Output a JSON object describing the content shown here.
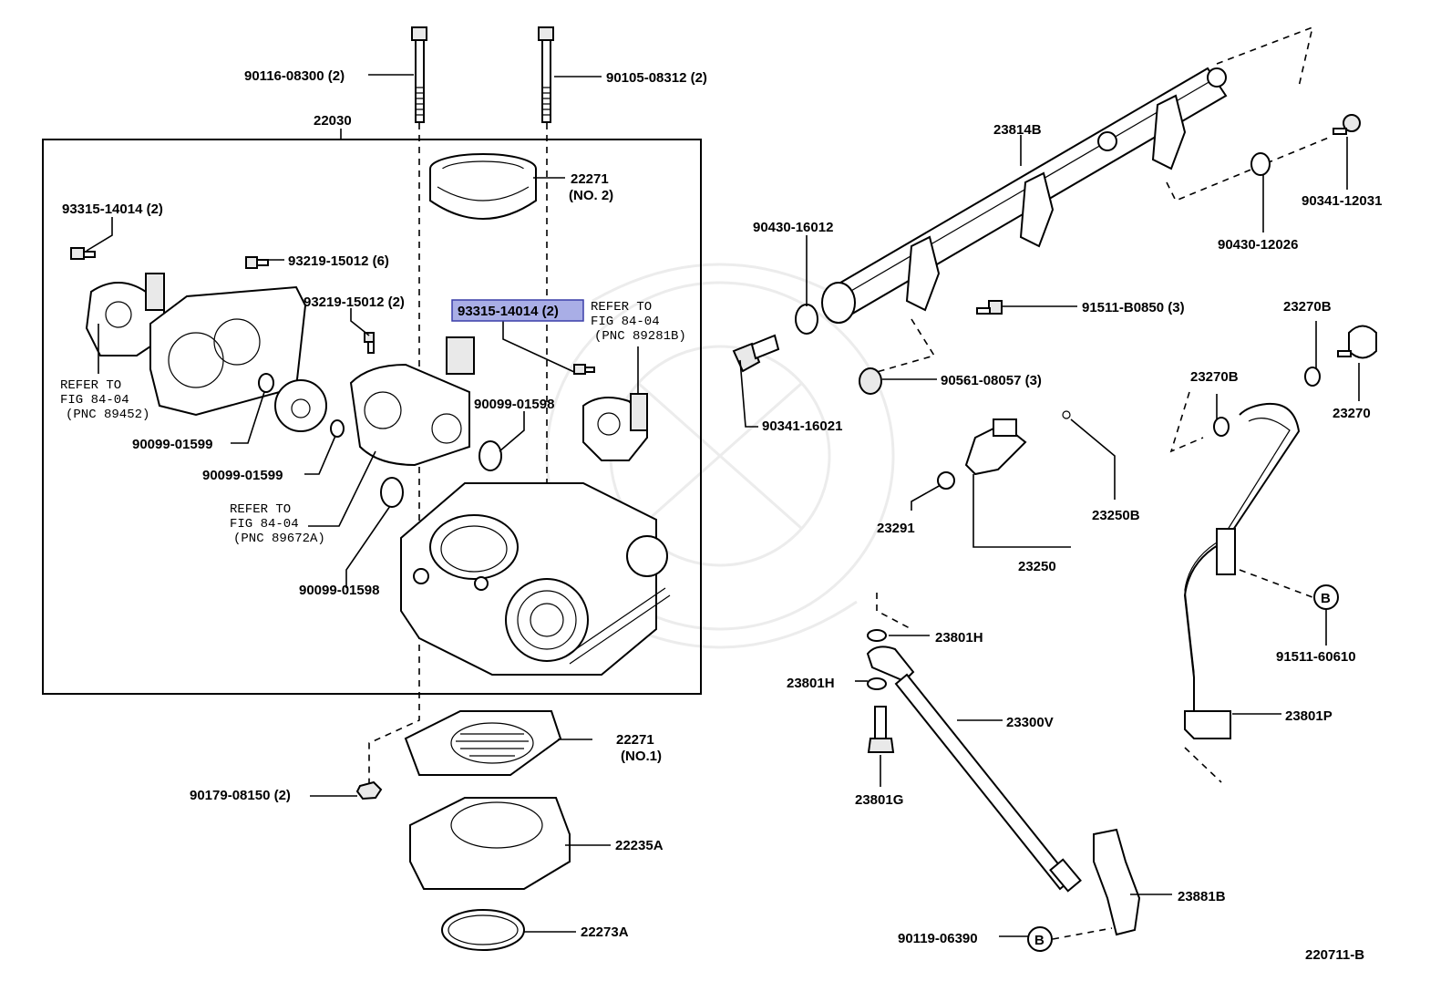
{
  "diagram_id": "220711-B",
  "assembly": {
    "label": "22030"
  },
  "parts": [
    {
      "id": "p1",
      "label": "90116-08300 (2)"
    },
    {
      "id": "p2",
      "label": "90105-08312 (2)"
    },
    {
      "id": "p3",
      "label": "22271",
      "sub": "(NO. 2)"
    },
    {
      "id": "p4",
      "label": "93315-14014 (2)"
    },
    {
      "id": "p5",
      "label": "93219-15012 (6)"
    },
    {
      "id": "p6",
      "label": "93219-15012 (2)"
    },
    {
      "id": "p7",
      "label": "93315-14014 (2)",
      "highlighted": true
    },
    {
      "id": "p8",
      "label": "90099-01598"
    },
    {
      "id": "p9",
      "label": "90099-01599"
    },
    {
      "id": "p10",
      "label": "90099-01599"
    },
    {
      "id": "p11",
      "label": "90099-01598"
    },
    {
      "id": "p12",
      "label": "22271",
      "sub": "(NO.1)"
    },
    {
      "id": "p13",
      "label": "90179-08150 (2)"
    },
    {
      "id": "p14",
      "label": "22235A"
    },
    {
      "id": "p15",
      "label": "22273A"
    },
    {
      "id": "p16",
      "label": "23814B"
    },
    {
      "id": "p17",
      "label": "90430-16012"
    },
    {
      "id": "p18",
      "label": "91511-B0850 (3)"
    },
    {
      "id": "p19",
      "label": "90561-08057 (3)"
    },
    {
      "id": "p20",
      "label": "90341-16021"
    },
    {
      "id": "p21",
      "label": "90430-12026"
    },
    {
      "id": "p22",
      "label": "90341-12031"
    },
    {
      "id": "p23",
      "label": "23270B"
    },
    {
      "id": "p24",
      "label": "23270B"
    },
    {
      "id": "p25",
      "label": "23270"
    },
    {
      "id": "p26",
      "label": "23291"
    },
    {
      "id": "p27",
      "label": "23250B"
    },
    {
      "id": "p28",
      "label": "23250"
    },
    {
      "id": "p29",
      "label": "23801H"
    },
    {
      "id": "p30",
      "label": "23801H"
    },
    {
      "id": "p31",
      "label": "23300V"
    },
    {
      "id": "p32",
      "label": "23801G"
    },
    {
      "id": "p33",
      "label": "91511-60610"
    },
    {
      "id": "p34",
      "label": "23801P"
    },
    {
      "id": "p35",
      "label": "23881B"
    },
    {
      "id": "p36",
      "label": "90119-06390"
    }
  ],
  "references": [
    {
      "id": "r1",
      "lines": [
        "REFER TO",
        "FIG 84-04",
        "(PNC 89452)"
      ]
    },
    {
      "id": "r2",
      "lines": [
        "REFER TO",
        "FIG 84-04",
        "(PNC 89281B)"
      ]
    },
    {
      "id": "r3",
      "lines": [
        "REFER TO",
        "FIG 84-04",
        "(PNC 89672A)"
      ]
    }
  ],
  "connectors": [
    {
      "id": "c1",
      "label": "B"
    },
    {
      "id": "c2",
      "label": "B"
    }
  ],
  "colors": {
    "highlight_fill": "#a9aee6",
    "highlight_border": "#3a3fa8",
    "line": "#000000"
  }
}
